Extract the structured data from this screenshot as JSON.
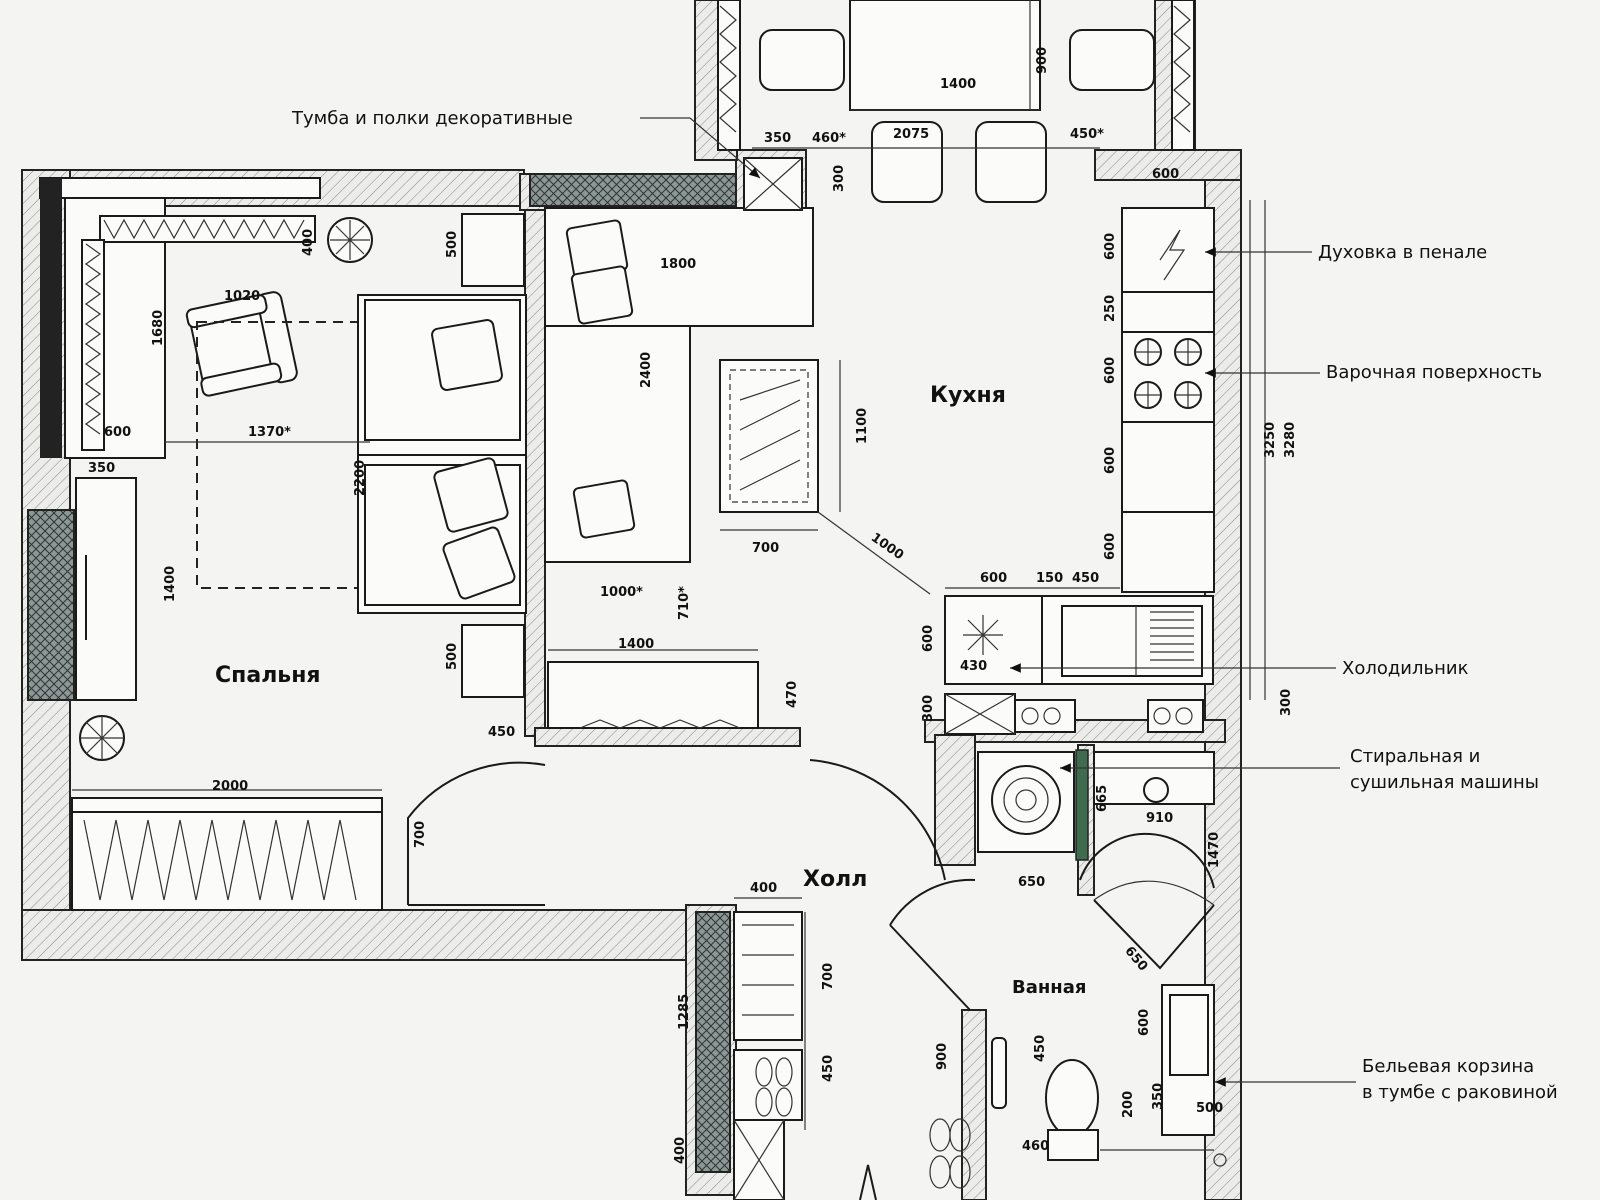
{
  "rooms": {
    "bedroom": "Спальня",
    "kitchen": "Кухня",
    "hall": "Холл",
    "bathroom": "Ванная"
  },
  "callouts": {
    "decor_shelves": "Тумба и полки декоративные",
    "oven": "Духовка в пенале",
    "hob": "Варочная поверхность",
    "fridge": "Холодильник",
    "washer_line1": "Стиральная и",
    "washer_line2": "сушильная машины",
    "basket_line1": "Бельевая корзина",
    "basket_line2": "в тумбе с раковиной"
  },
  "dims": {
    "d1400_top": "1400",
    "d900": "900",
    "d350_a": "350",
    "d460": "460*",
    "d2075": "2075",
    "d450_top": "450*",
    "d300_top": "300",
    "d600_kt": "600",
    "d500_a": "500",
    "d400_a": "400",
    "d1800": "1800",
    "d1020": "1020",
    "d1680": "1680",
    "d600_bed": "600",
    "d1370": "1370*",
    "d350_b": "350",
    "d2200": "2200",
    "d2400": "2400",
    "d1100": "1100",
    "d700_table": "700",
    "d1000_diag": "1000",
    "d600_k1": "600",
    "d250": "250",
    "d600_k2": "600",
    "d600_k3": "600",
    "d600_k4": "600",
    "d3250": "3250",
    "d3280": "3280",
    "d1400_left": "1400",
    "d1000_star": "1000*",
    "d710": "710*",
    "d1400_mid": "1400",
    "d500_b": "500",
    "d450_b": "450",
    "d470": "470",
    "d600_r1": "600",
    "d150": "150",
    "d450_r": "450",
    "d600_fr": "600",
    "d430": "430",
    "d300_l": "300",
    "d300_r": "300",
    "d2000": "2000",
    "d700_door": "700",
    "d400_hall": "400",
    "d700_hall": "700",
    "d1285": "1285",
    "d450_hall": "450",
    "d400_bottom": "400",
    "d665": "665",
    "d910": "910",
    "d650": "650",
    "d1470": "1470",
    "d650_diag": "650",
    "d600_bath": "600",
    "d900_bath": "900",
    "d450_bath": "450",
    "d200": "200",
    "d350_bath": "350",
    "d500_bath": "500",
    "d460_bath": "460"
  }
}
